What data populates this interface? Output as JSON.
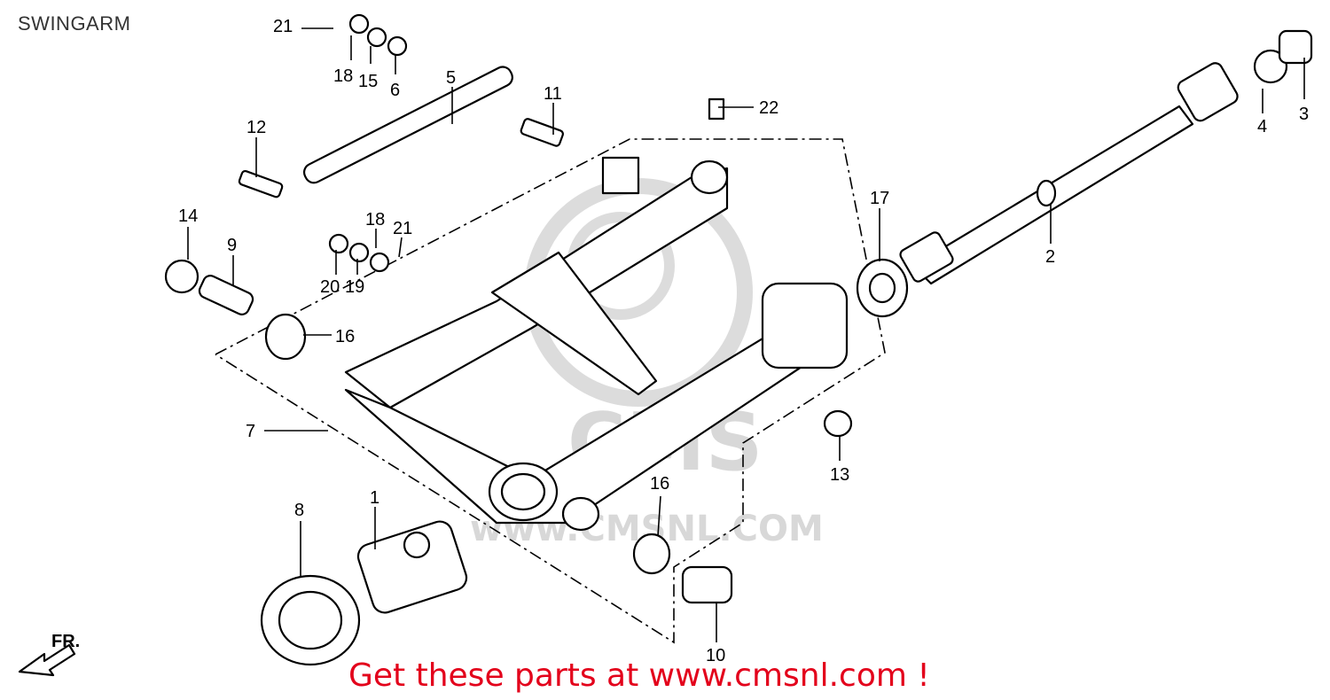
{
  "page": {
    "title": "SWINGARM",
    "cta_text": "Get these parts at www.cmsnl.com !",
    "watermark_text": "www.CMSNL.COM",
    "watermark_logo": "CMS",
    "fr_marker": "FR."
  },
  "callouts": [
    "21",
    "18",
    "15",
    "6",
    "5",
    "11",
    "22",
    "12",
    "14",
    "9",
    "18",
    "21",
    "20",
    "19",
    "16",
    "17",
    "2",
    "4",
    "3",
    "7",
    "16",
    "13",
    "8",
    "1",
    "10"
  ],
  "colors": {
    "cta": "#e3001b",
    "title": "#333333",
    "watermark": "#d8d8d8",
    "ink": "#000000"
  }
}
